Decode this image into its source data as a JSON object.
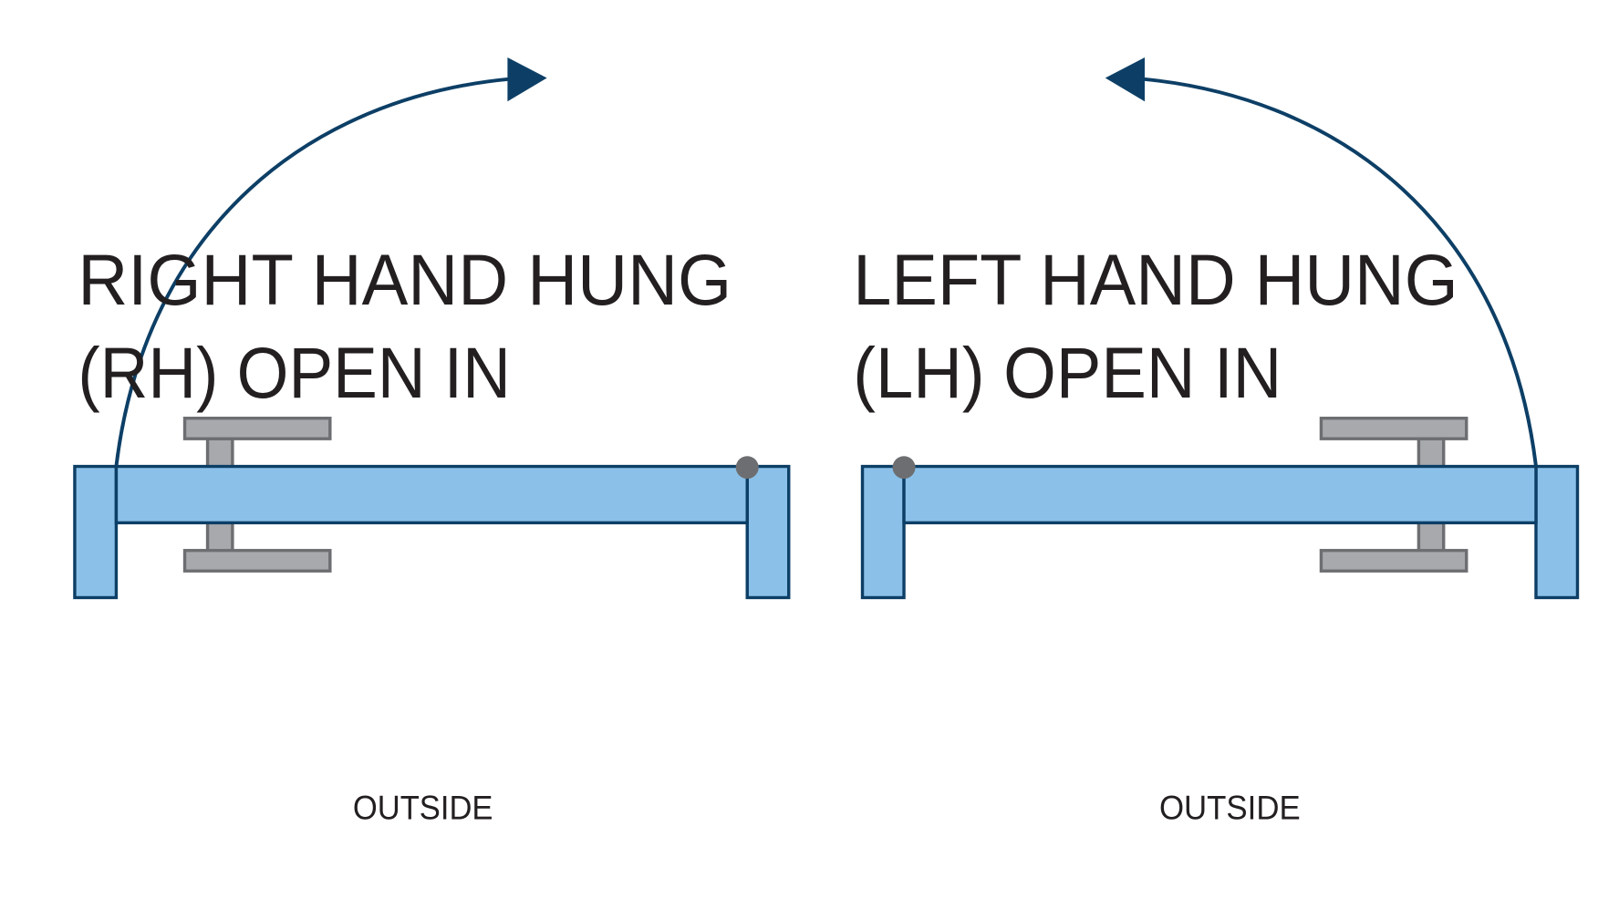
{
  "diagrams": [
    {
      "title_line1": "RIGHT HAND HUNG",
      "title_line2": "(RH) OPEN IN",
      "side_label": "OUTSIDE",
      "hinge_side": "right",
      "swing_direction": "in"
    },
    {
      "title_line1": "LEFT HAND HUNG",
      "title_line2": "(LH) OPEN IN",
      "side_label": "OUTSIDE",
      "hinge_side": "left",
      "swing_direction": "in"
    }
  ],
  "colors": {
    "frame_fill": "#8BC1E9",
    "frame_stroke": "#0D3F66",
    "handle_fill": "#A7A9AC",
    "handle_stroke": "#6D6E71",
    "hinge": "#6D6E71",
    "arrow": "#0D3F66"
  }
}
